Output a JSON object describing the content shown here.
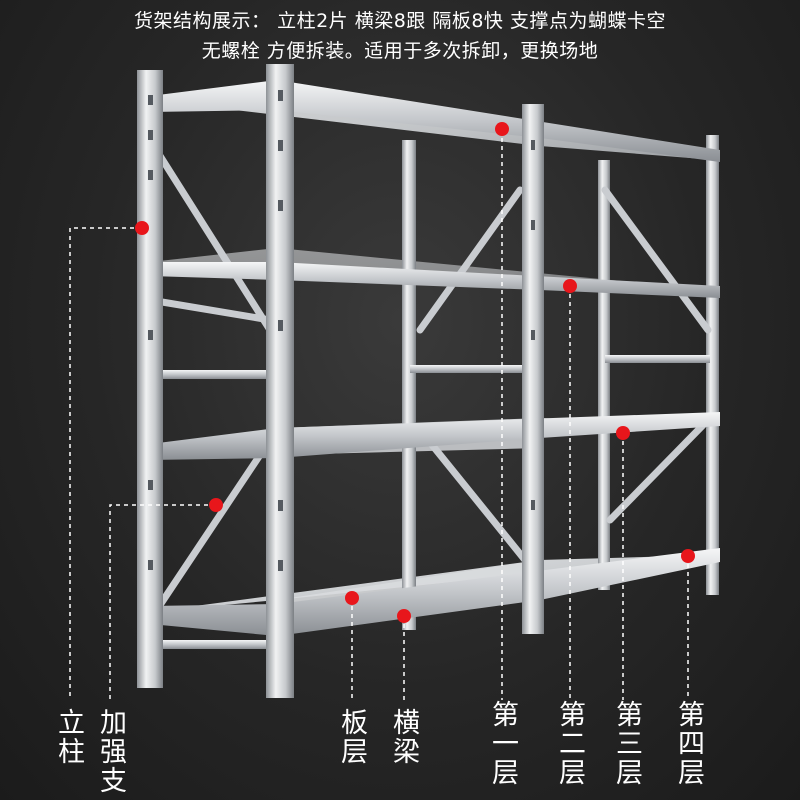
{
  "caption": {
    "line1": "货架结构展示： 立柱2片 横梁8跟  隔板8快  支撑点为蝴蝶卡空",
    "line2": "无螺栓 方便拆装。适用于多次拆卸，更换场地"
  },
  "labels": {
    "upright": "立柱",
    "brace": "加强支",
    "shelf_panel": "板层",
    "beam": "横梁",
    "level1": "第一层",
    "level2": "第二层",
    "level3": "第三层",
    "level4": "第四层"
  },
  "colors": {
    "marker": "#e8161b",
    "steel": "#c9ccd0",
    "background": "#262626"
  }
}
